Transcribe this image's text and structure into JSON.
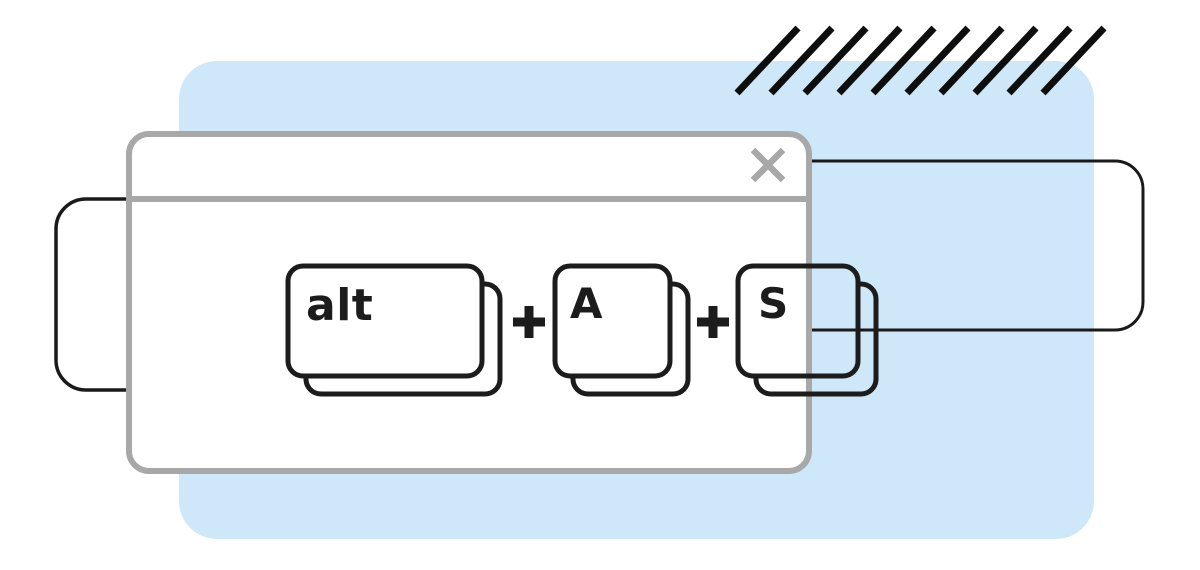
{
  "shortcut": {
    "keys": [
      {
        "label": "alt"
      },
      {
        "label": "A"
      },
      {
        "label": "S"
      }
    ],
    "separator": "+"
  },
  "window": {
    "title": "",
    "close_icon": "×"
  },
  "hatch": {
    "count": 10
  },
  "colors": {
    "page_bg": "#ffffff",
    "panel_blue": "#cee8fa",
    "window_border": "#a8a8a8",
    "window_fill": "#ffffff",
    "ink": "#1c1c1c",
    "outline_black": "#1a1a1a",
    "hatch": "#0e0e0e"
  }
}
